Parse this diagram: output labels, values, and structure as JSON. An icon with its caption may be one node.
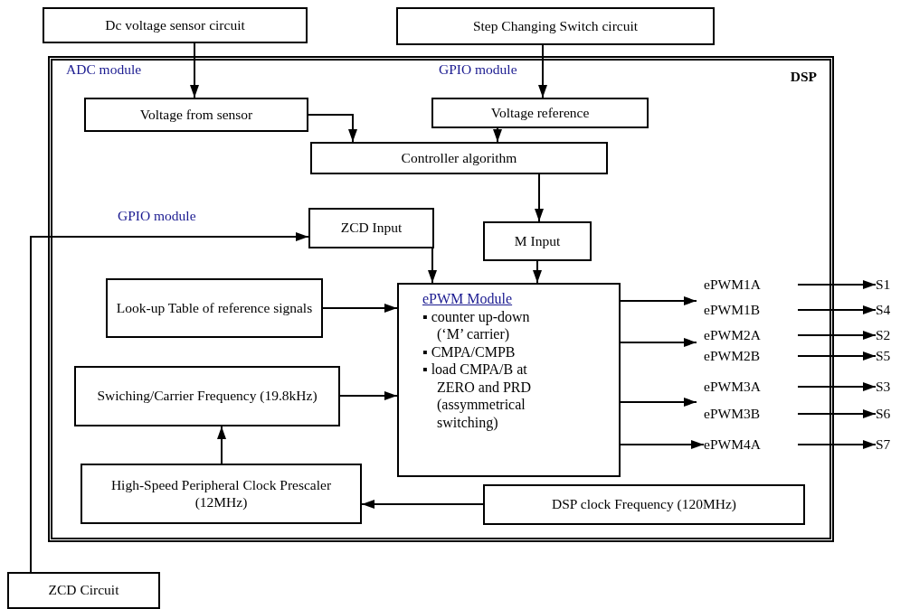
{
  "diagram": {
    "nodes": [
      {
        "text": [
          "Dc voltage sensor circuit"
        ]
      },
      {
        "text": [
          "Step Changing Switch circuit"
        ]
      },
      {
        "text": [
          "DSP"
        ]
      },
      {
        "text": [
          "Voltage from sensor"
        ],
        "in": 2
      },
      {
        "text": [
          "Voltage reference"
        ],
        "in": 2
      },
      {
        "text": [
          "Controller algorithm"
        ],
        "in": 2
      },
      {
        "text": [
          "ZCD Input"
        ],
        "in": 2
      },
      {
        "text": [
          "M Input"
        ],
        "in": 2
      },
      {
        "text": [
          "Look-up Table of reference signals"
        ],
        "in": 2
      },
      {
        "text": [
          "ePWM Module",
          "▪ counter up-down (‘M’ carrier)",
          "▪ CMPA/CMPB",
          "▪ load CMPA/B at ZERO and PRD (assymmetrical switching)"
        ],
        "in": 2
      },
      {
        "text": [
          "Swiching/Carrier Frequency (19.8kHz)"
        ],
        "in": 2
      },
      {
        "text": [
          "High-Speed Peripheral Clock Prescaler (12MHz)"
        ],
        "in": 2
      },
      {
        "text": [
          "DSP clock Frequency (120MHz)"
        ],
        "in": 2
      },
      {
        "text": [
          "ZCD Circuit"
        ]
      },
      {
        "text": [
          "ePWM1A"
        ],
        "in": 2
      },
      {
        "text": [
          "ePWM1B"
        ],
        "in": 2
      },
      {
        "text": [
          "ePWM2A"
        ],
        "in": 2
      },
      {
        "text": [
          "ePWM2B"
        ],
        "in": 2
      },
      {
        "text": [
          "ePWM3A"
        ],
        "in": 2
      },
      {
        "text": [
          "ePWM3B"
        ],
        "in": 2
      },
      {
        "text": [
          "ePWM4A"
        ],
        "in": 2
      },
      {
        "text": [
          "S1"
        ]
      },
      {
        "text": [
          "S4"
        ]
      },
      {
        "text": [
          "S2"
        ]
      },
      {
        "text": [
          "S5"
        ]
      },
      {
        "text": [
          "S3"
        ]
      },
      {
        "text": [
          "S6"
        ]
      },
      {
        "text": [
          "S7"
        ]
      }
    ],
    "edges": [
      {
        "from": 0,
        "to": 3,
        "arrow": "to"
      },
      {
        "from": 1,
        "to": 4,
        "arrow": "to"
      },
      {
        "from": 3,
        "to": 5,
        "arrow": "to"
      },
      {
        "from": 4,
        "to": 5,
        "arrow": "to"
      },
      {
        "from": 5,
        "to": 7,
        "arrow": "to"
      },
      {
        "from": 13,
        "to": 6,
        "arrow": "to"
      },
      {
        "from": 6,
        "to": 9,
        "arrow": "to"
      },
      {
        "from": 7,
        "to": 9,
        "arrow": "to"
      },
      {
        "from": 8,
        "to": 9,
        "arrow": "to"
      },
      {
        "from": 10,
        "to": 9,
        "arrow": "to"
      },
      {
        "from": 11,
        "to": 10,
        "arrow": "to"
      },
      {
        "from": 12,
        "to": 11,
        "arrow": "to"
      },
      {
        "from": 9,
        "to": 14,
        "arrow": "to"
      },
      {
        "from": 9,
        "to": 15,
        "arrow": "to"
      },
      {
        "from": 9,
        "to": 16,
        "arrow": "to"
      },
      {
        "from": 9,
        "to": 17,
        "arrow": "to"
      },
      {
        "from": 9,
        "to": 18,
        "arrow": "to"
      },
      {
        "from": 9,
        "to": 19,
        "arrow": "to"
      },
      {
        "from": 9,
        "to": 20,
        "arrow": "to"
      },
      {
        "from": 14,
        "to": 21,
        "arrow": "to"
      },
      {
        "from": 15,
        "to": 22,
        "arrow": "to"
      },
      {
        "from": 16,
        "to": 23,
        "arrow": "to"
      },
      {
        "from": 17,
        "to": 24,
        "arrow": "to"
      },
      {
        "from": 18,
        "to": 25,
        "arrow": "to"
      },
      {
        "from": 19,
        "to": 26,
        "arrow": "to"
      },
      {
        "from": 20,
        "to": 27,
        "arrow": "to"
      }
    ],
    "labels": [
      "ADC module",
      "GPIO module",
      "GPIO module"
    ]
  }
}
